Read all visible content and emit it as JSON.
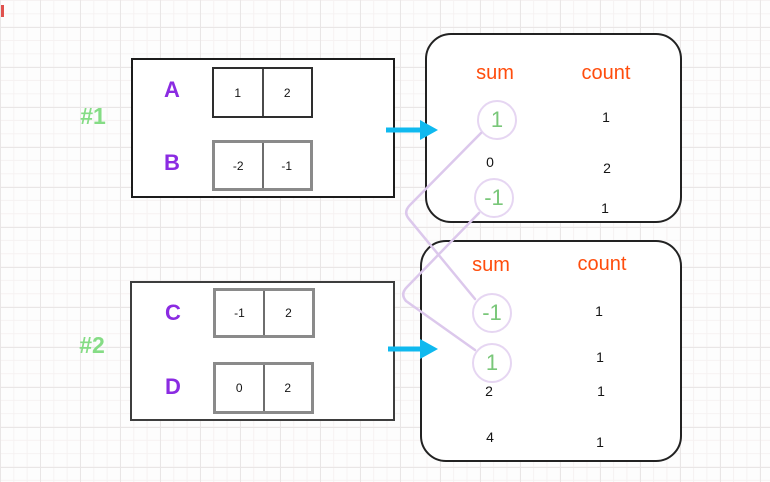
{
  "colors": {
    "group_label_green": "#85dc85",
    "array_letter_purple": "#8b2be2",
    "header_orange": "#ff4d0d",
    "matched_sum_green": "#79c779",
    "connector_lavender": "#dcc8ec",
    "arrow_cyan": "#0fb9ef",
    "edge_mark_red": "#e0524e"
  },
  "groups": [
    {
      "label": "#1",
      "arrays": [
        {
          "name": "A",
          "cells": [
            "1",
            "2"
          ]
        },
        {
          "name": "B",
          "cells": [
            "-2",
            "-1"
          ]
        }
      ]
    },
    {
      "label": "#2",
      "arrays": [
        {
          "name": "C",
          "cells": [
            "-1",
            "2"
          ]
        },
        {
          "name": "D",
          "cells": [
            "0",
            "2"
          ]
        }
      ]
    }
  ],
  "tables": [
    {
      "sum_header": "sum",
      "count_header": "count",
      "rows": [
        {
          "sum": "1",
          "count": "1",
          "circled": true
        },
        {
          "sum": "0",
          "count": "2",
          "circled": false
        },
        {
          "sum": "-1",
          "count": "1",
          "circled": true
        }
      ]
    },
    {
      "sum_header": "sum",
      "count_header": "count",
      "rows": [
        {
          "sum": "-1",
          "count": "1",
          "circled": true
        },
        {
          "sum": "1",
          "count": "1",
          "circled": true
        },
        {
          "sum": "2",
          "count": "1",
          "circled": false
        },
        {
          "sum": "4",
          "count": "1",
          "circled": false
        }
      ]
    }
  ]
}
